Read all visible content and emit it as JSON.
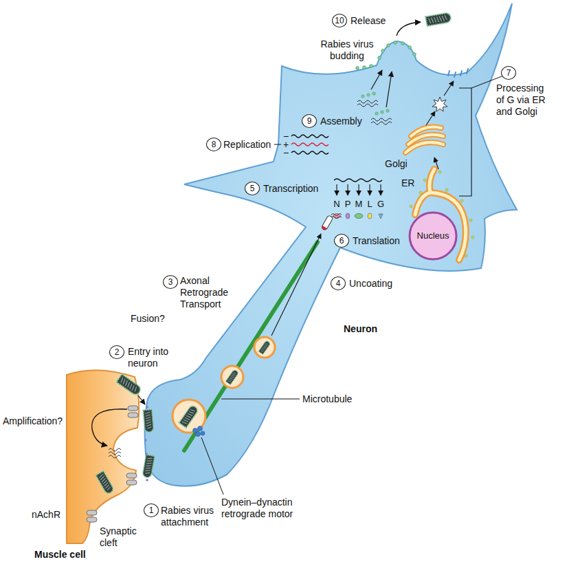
{
  "diagram": {
    "nodes": [
      {
        "text": [
          "Nucleus"
        ]
      }
    ],
    "labels": [
      "10",
      "Release",
      "Rabies virus budding",
      "7",
      "Processing of G via ER and Golgi",
      "9",
      "Assembly",
      "8",
      "Replication",
      "−",
      "+",
      "−",
      "Golgi",
      "ER",
      "5",
      "Transcription",
      "N",
      "P",
      "M",
      "L",
      "G",
      "6",
      "Translation",
      "4",
      "Uncoating",
      "3",
      "Axonal Retrograde Transport",
      "Fusion?",
      "Neuron",
      "2",
      "Entry into neuron",
      "Amplification?",
      "Microtubule",
      "nAchR",
      "Synaptic cleft",
      "1",
      "Rabies virus attachment",
      "Dynein–dynactin retrograde motor",
      "Muscle cell"
    ]
  }
}
